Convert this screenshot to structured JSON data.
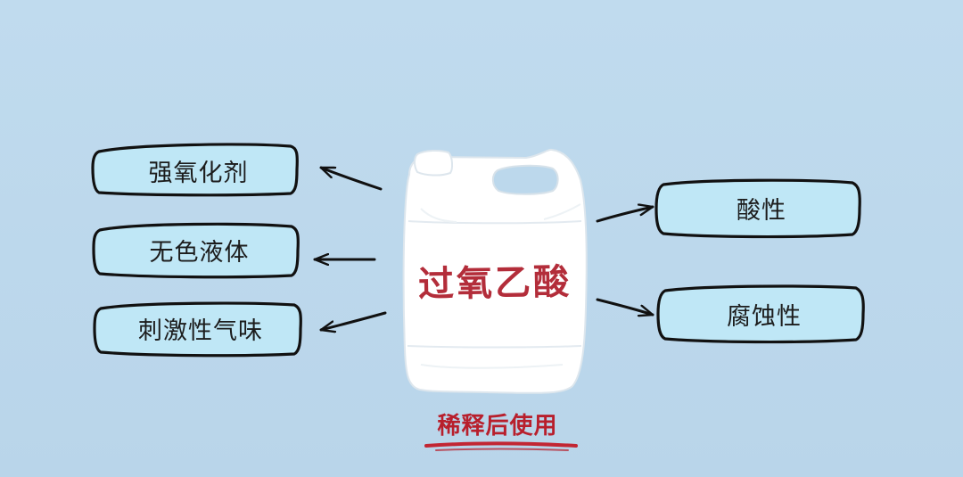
{
  "diagram": {
    "bottle_label": "过氧乙酸",
    "left_properties": [
      "强氧化剂",
      "无色液体",
      "刺激性气味"
    ],
    "right_properties": [
      "酸性",
      "腐蚀性"
    ],
    "caption": "稀释后使用"
  },
  "colors": {
    "background": "#bcd8ec",
    "property_box": "#bfe7f6",
    "bottle": "#ffffff",
    "bottle_text": "#b32d3a",
    "caption": "#b81f2c",
    "outline": "#111111"
  }
}
